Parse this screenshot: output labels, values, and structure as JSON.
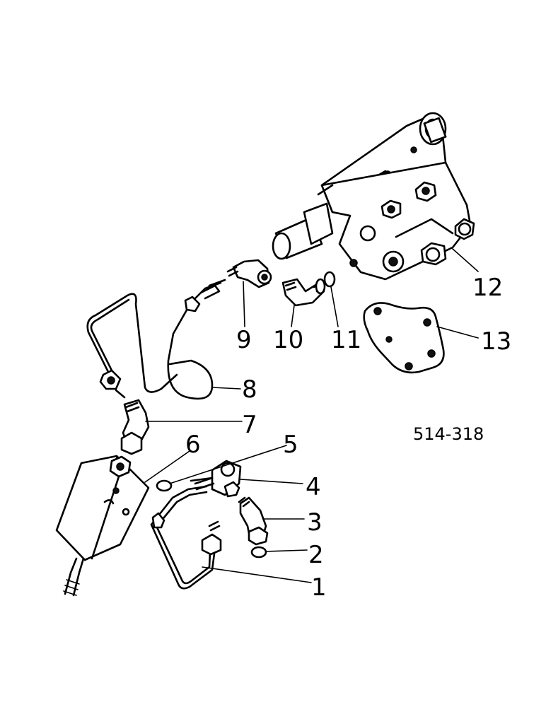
{
  "diagram": {
    "reference_code": "514-318",
    "callouts": [
      {
        "id": "1",
        "label": "1"
      },
      {
        "id": "2",
        "label": "2"
      },
      {
        "id": "3",
        "label": "3"
      },
      {
        "id": "4",
        "label": "4"
      },
      {
        "id": "5",
        "label": "5"
      },
      {
        "id": "6",
        "label": "6"
      },
      {
        "id": "7",
        "label": "7"
      },
      {
        "id": "8",
        "label": "8"
      },
      {
        "id": "9",
        "label": "9"
      },
      {
        "id": "10",
        "label": "10"
      },
      {
        "id": "11",
        "label": "11"
      },
      {
        "id": "12",
        "label": "12"
      },
      {
        "id": "13",
        "label": "13"
      }
    ]
  }
}
